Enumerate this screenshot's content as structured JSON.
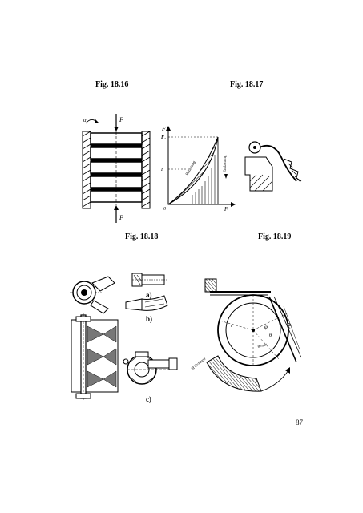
{
  "captions": {
    "fig_16": "Fig. 18.16",
    "fig_17": "Fig. 18.17",
    "fig_18": "Fig. 18.18",
    "fig_19": "Fig. 18.19"
  },
  "fig_16_labels": {
    "top_force": "F",
    "bottom_force": "F",
    "angle": "α"
  },
  "fig_17_labels": {
    "y_axis": "F",
    "y_max": "F₁",
    "y_mid": "F",
    "x_axis": "F",
    "origin": "0",
    "loading": "Belastung",
    "unloading": "Entlastung"
  },
  "fig_18_labels": {
    "a": "a)",
    "b": "b)",
    "c": "c)"
  },
  "fig_19_labels": {
    "phi": "φ",
    "theta": "θ",
    "r": "r",
    "theta_max": "θ max",
    "r_theta": "rθ",
    "m_theta": "M θ=θmax"
  },
  "page_number": "87"
}
